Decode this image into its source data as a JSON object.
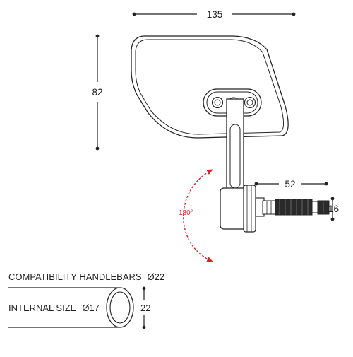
{
  "dimensions": {
    "width_label": "135",
    "height_label": "82",
    "arm_length_label": "52",
    "bar_end_label": "16",
    "tube_height_label": "22"
  },
  "rotation": {
    "label": "180°",
    "color": "#d8232a"
  },
  "compatibility": {
    "label": "COMPATIBILITY HANDLEBARS",
    "value": "Ø22"
  },
  "internal": {
    "label": "INTERNAL SIZE",
    "value": "Ø17"
  },
  "colors": {
    "line": "#222222",
    "accent": "#d8232a"
  }
}
